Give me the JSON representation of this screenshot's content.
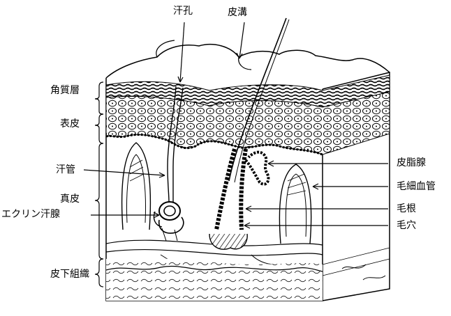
{
  "labels": {
    "sweat_pore": "汗孔",
    "skin_groove": "皮溝",
    "stratum_corneum": "角質層",
    "epidermis": "表皮",
    "sweat_duct": "汗管",
    "dermis": "真皮",
    "eccrine_gland": "エクリン汗腺",
    "subcutaneous_tissue": "皮下組織",
    "sebaceous_gland": "皮脂腺",
    "capillary": "毛細血管",
    "hair_root": "毛根",
    "hair_follicle": "毛穴"
  },
  "colors": {
    "ink": "#000000",
    "paper": "#ffffff"
  }
}
